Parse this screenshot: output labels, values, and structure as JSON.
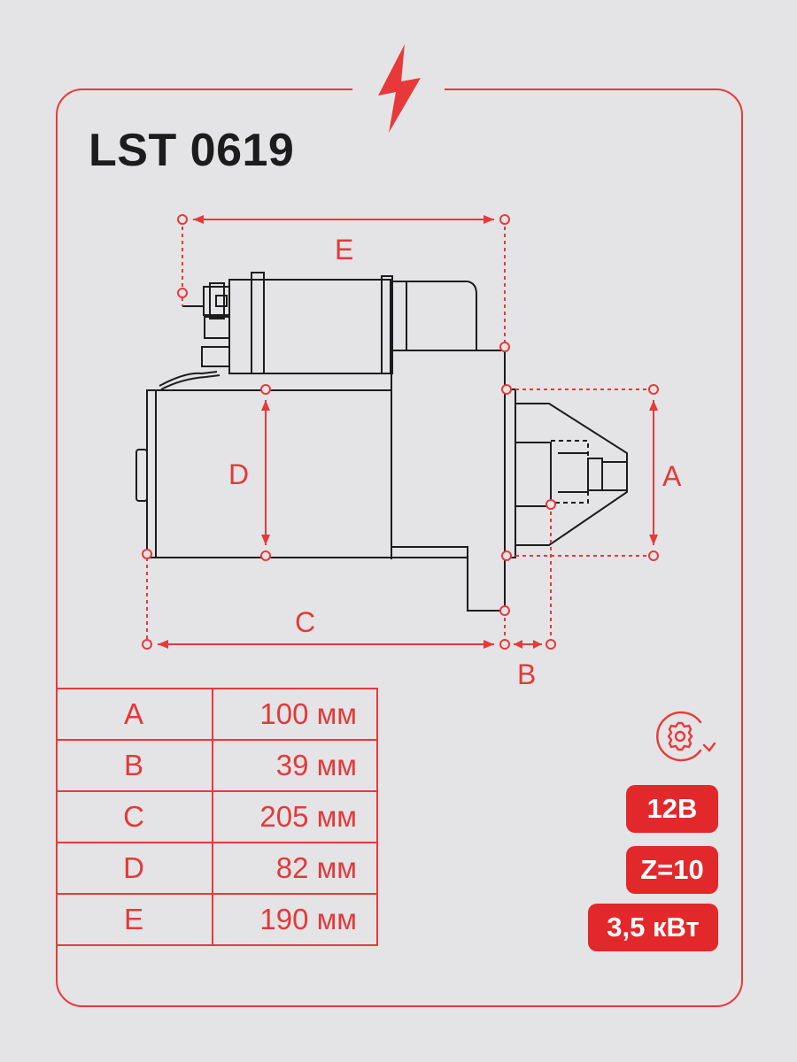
{
  "title": "LST 0619",
  "icons": {
    "top": "lightning-bolt-icon",
    "rotation": "gear-rotation-icon"
  },
  "colors": {
    "accent": "#e8393a",
    "badge_bg": "#e3282c",
    "line": "#1c1c1c",
    "background": "#e4e4e6"
  },
  "dimension_labels": {
    "a": "A",
    "b": "B",
    "c": "C",
    "d": "D",
    "e": "E"
  },
  "specs": [
    {
      "key": "A",
      "value": "100 мм"
    },
    {
      "key": "B",
      "value": "39 мм"
    },
    {
      "key": "C",
      "value": "205 мм"
    },
    {
      "key": "D",
      "value": "82 мм"
    },
    {
      "key": "E",
      "value": "190 мм"
    }
  ],
  "badges": {
    "voltage": "12В",
    "teeth": "Z=10",
    "power": "3,5 кВт"
  }
}
